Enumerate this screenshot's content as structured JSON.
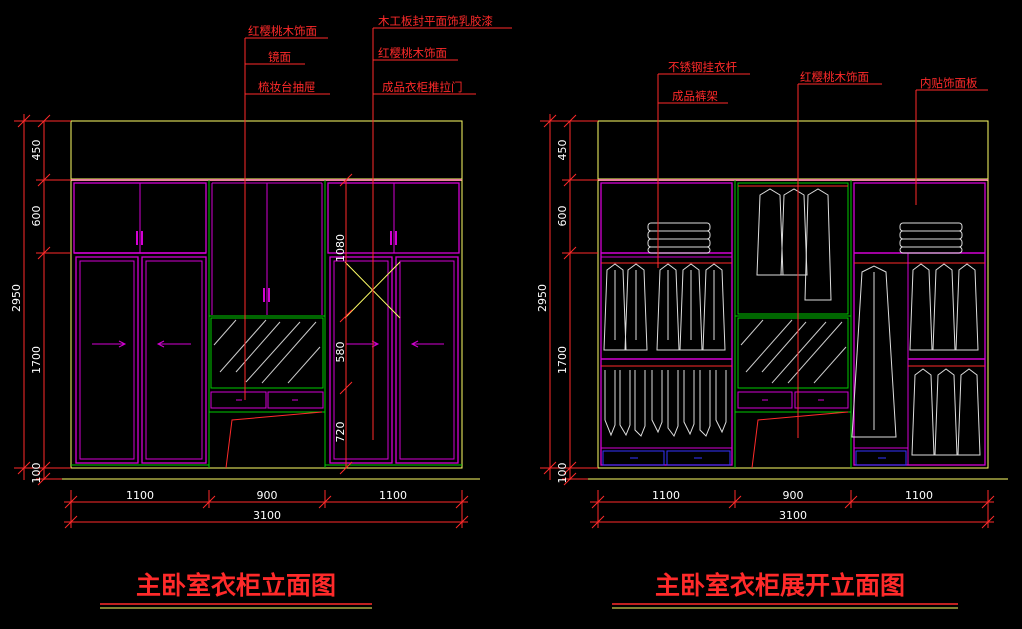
{
  "left": {
    "title": "主卧室衣柜立面图",
    "callouts": {
      "c1": "红樱桃木饰面",
      "c2": "镜面",
      "c3": "梳妆台抽屉",
      "c4": "木工板封平面饰乳胶漆",
      "c5": "红樱桃木饰面",
      "c6": "成品衣柜推拉门"
    },
    "dims": {
      "v450": "450",
      "v600": "600",
      "v2950": "2950",
      "v1700": "1700",
      "v100": "100",
      "v1080": "1080",
      "v580": "580",
      "v720": "720",
      "h1": "1100",
      "h2": "900",
      "h3": "1100",
      "htotal": "3100"
    }
  },
  "right": {
    "title": "主卧室衣柜展开立面图",
    "callouts": {
      "c1": "不锈钢挂衣杆",
      "c2": "成品裤架",
      "c3": "红樱桃木饰面",
      "c4": "内贴饰面板"
    },
    "dims": {
      "v450": "450",
      "v600": "600",
      "v2950": "2950",
      "v1700": "1700",
      "v100": "100",
      "h1": "1100",
      "h2": "900",
      "h3": "1100",
      "htotal": "3100"
    }
  },
  "colors": {
    "background": "#000000",
    "cabinet_frame": "#d400d4",
    "outline": "#ffff66",
    "annotation": "#ff2a2a",
    "shelf": "#00cc00",
    "dimension_text": "#ffffff"
  }
}
